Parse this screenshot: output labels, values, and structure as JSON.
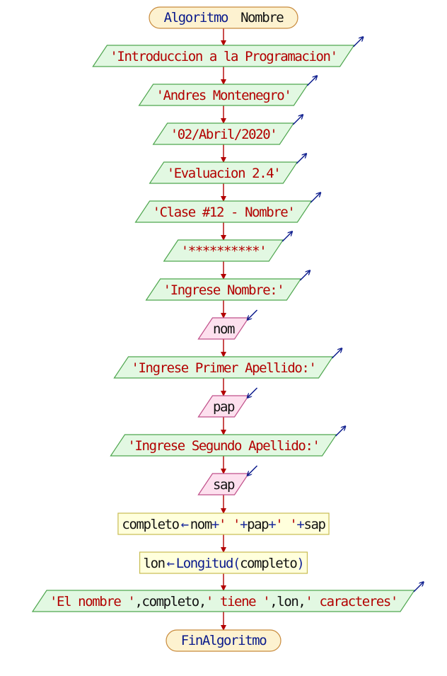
{
  "algorithm": {
    "start_keyword": "Algoritmo",
    "name": "Nombre",
    "end_keyword": "FinAlgoritmo"
  },
  "steps": [
    {
      "kind": "output",
      "parts": [
        {
          "t": "str",
          "v": "'Introduccion a la Programacion'"
        }
      ]
    },
    {
      "kind": "output",
      "parts": [
        {
          "t": "str",
          "v": "'Andres Montenegro'"
        }
      ]
    },
    {
      "kind": "output",
      "parts": [
        {
          "t": "str",
          "v": "'02/Abril/2020'"
        }
      ]
    },
    {
      "kind": "output",
      "parts": [
        {
          "t": "str",
          "v": "'Evaluacion 2.4'"
        }
      ]
    },
    {
      "kind": "output",
      "parts": [
        {
          "t": "str",
          "v": "'Clase #12 - Nombre'"
        }
      ]
    },
    {
      "kind": "output",
      "parts": [
        {
          "t": "str",
          "v": "'**********'"
        }
      ]
    },
    {
      "kind": "output",
      "parts": [
        {
          "t": "str",
          "v": "'Ingrese Nombre:'"
        }
      ]
    },
    {
      "kind": "input",
      "parts": [
        {
          "t": "var",
          "v": "nom"
        }
      ]
    },
    {
      "kind": "output",
      "parts": [
        {
          "t": "str",
          "v": "'Ingrese Primer Apellido:'"
        }
      ]
    },
    {
      "kind": "input",
      "parts": [
        {
          "t": "var",
          "v": "pap"
        }
      ]
    },
    {
      "kind": "output",
      "parts": [
        {
          "t": "str",
          "v": "'Ingrese Segundo Apellido:'"
        }
      ]
    },
    {
      "kind": "input",
      "parts": [
        {
          "t": "var",
          "v": "sap"
        }
      ]
    },
    {
      "kind": "assign",
      "target": "completo",
      "arrow": "←",
      "parts": [
        {
          "t": "var",
          "v": "nom"
        },
        {
          "t": "op",
          "v": "+"
        },
        {
          "t": "str",
          "v": "' '"
        },
        {
          "t": "op",
          "v": "+"
        },
        {
          "t": "var",
          "v": "pap"
        },
        {
          "t": "op",
          "v": "+"
        },
        {
          "t": "str",
          "v": "' '"
        },
        {
          "t": "op",
          "v": "+"
        },
        {
          "t": "var",
          "v": "sap"
        }
      ]
    },
    {
      "kind": "assign",
      "target": "lon",
      "arrow": "←",
      "parts": [
        {
          "t": "kw",
          "v": "Longitud"
        },
        {
          "t": "op",
          "v": "("
        },
        {
          "t": "var",
          "v": "completo"
        },
        {
          "t": "op",
          "v": ")"
        }
      ]
    },
    {
      "kind": "output",
      "parts": [
        {
          "t": "str",
          "v": "'El nombre '"
        },
        {
          "t": "var",
          "v": ","
        },
        {
          "t": "var",
          "v": "completo"
        },
        {
          "t": "var",
          "v": ","
        },
        {
          "t": "str",
          "v": "' tiene '"
        },
        {
          "t": "var",
          "v": ","
        },
        {
          "t": "var",
          "v": "lon"
        },
        {
          "t": "var",
          "v": ","
        },
        {
          "t": "str",
          "v": "' caracteres'"
        }
      ]
    }
  ],
  "colors": {
    "terminal_fill": "#fdf2d0",
    "terminal_stroke": "#c88a3c",
    "output_fill": "#e2f8e2",
    "output_stroke": "#4fa64f",
    "input_fill": "#fde0ee",
    "input_stroke": "#c0508a",
    "assign_fill": "#ffffdc",
    "assign_stroke": "#c7bc52",
    "connector": "#b30000",
    "io_arrow": "#0a1a8c"
  }
}
